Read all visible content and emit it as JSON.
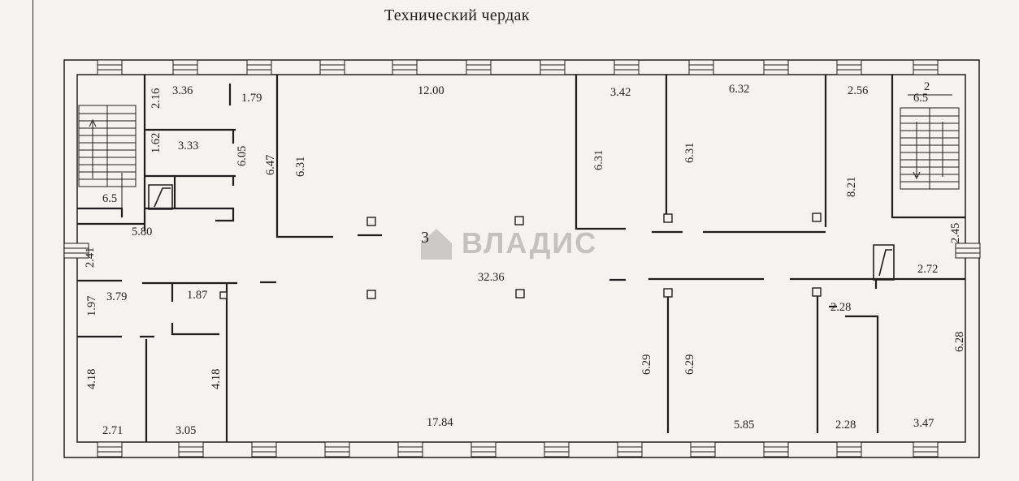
{
  "plan": {
    "title": "Технический чердак",
    "room_number": "3",
    "stair_labels": [
      "6.5",
      "6.5"
    ],
    "stair_fraction_numerator": "2",
    "watermark": "ВЛАДИС",
    "dimensions": [
      "3.36",
      "2.16",
      "1.79",
      "12.00",
      "3.42",
      "6.32",
      "2.56",
      "1.62",
      "3.33",
      "6.05",
      "6.47",
      "6.31",
      "6.31",
      "6.31",
      "8.21",
      "5.80",
      "2.41",
      "32.36",
      "2.45",
      "2.72",
      "3.79",
      "1.87",
      "1.97",
      "2.28",
      "6.29",
      "6.29",
      "6.28",
      "4.18",
      "4.18",
      "2.71",
      "3.05",
      "17.84",
      "5.85",
      "2.28",
      "3.47"
    ]
  },
  "colors": {
    "ink": "#1e1e1e",
    "paper": "#f4f3ef",
    "watermark": "#bbbab6"
  }
}
